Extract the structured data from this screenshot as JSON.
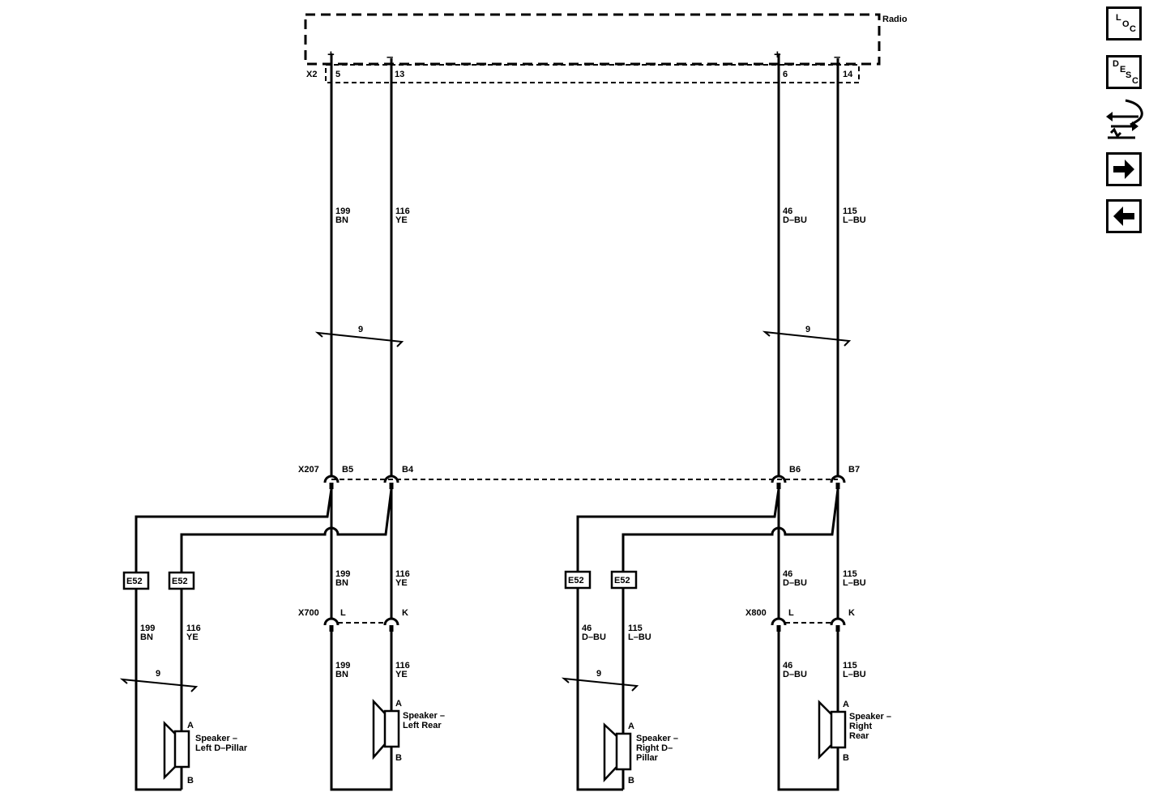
{
  "radio": {
    "label": "Radio"
  },
  "connectors": {
    "x2": "X2",
    "x207": "X207",
    "x700": "X700",
    "x800": "X800"
  },
  "pins": {
    "p5": "5",
    "p13": "13",
    "p6": "6",
    "p14": "14",
    "b5": "B5",
    "b4": "B4",
    "b6": "B6",
    "b7": "B7",
    "l1": "L",
    "k1": "K",
    "l2": "L",
    "k2": "K",
    "a1": "A",
    "b1": "B",
    "a2": "A",
    "b2": "B",
    "a3": "A",
    "b3": "B",
    "a4": "A",
    "b4b": "B"
  },
  "polarity": {
    "plus": "+",
    "minus": "–"
  },
  "wires": {
    "w199": "199",
    "bn": "BN",
    "w116": "116",
    "ye": "YE",
    "w46": "46",
    "dbu": "D–BU",
    "w115": "115",
    "lbu": "L–BU",
    "twist": "9"
  },
  "splice": {
    "e52": "E52"
  },
  "speakers": {
    "left_d_pillar": [
      "Speaker –",
      "Left D–Pillar"
    ],
    "left_rear": [
      "Speaker –",
      "Left Rear"
    ],
    "right_d_pillar": [
      "Speaker –",
      "Right D–",
      "Pillar"
    ],
    "right_rear": [
      "Speaker –",
      "Right",
      "Rear"
    ]
  },
  "nav": {
    "loc": [
      "L",
      "O",
      "C"
    ],
    "desc": [
      "D",
      "E",
      "S",
      "C"
    ]
  },
  "icons": {
    "loc": "loc-icon",
    "desc": "desc-icon",
    "flow": "flow-icon",
    "next": "arrow-right-icon",
    "prev": "arrow-left-icon"
  }
}
